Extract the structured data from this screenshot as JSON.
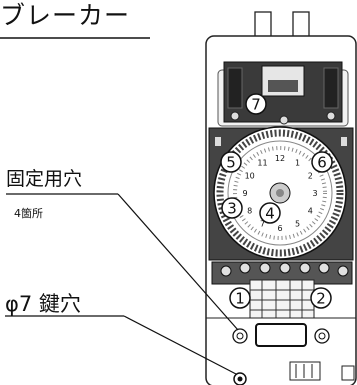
{
  "header": {
    "title": "ブレーカー"
  },
  "callouts": {
    "fixing_hole": {
      "label": "固定用穴",
      "count": "4箇所"
    },
    "key_hole": {
      "label": "φ7 鍵穴"
    }
  },
  "markers": [
    "1",
    "2",
    "3",
    "4",
    "5",
    "6",
    "7"
  ],
  "dial": {
    "numbers": [
      "12",
      "1",
      "2",
      "3",
      "4",
      "5",
      "6",
      "7",
      "8",
      "9",
      "10",
      "11"
    ]
  }
}
